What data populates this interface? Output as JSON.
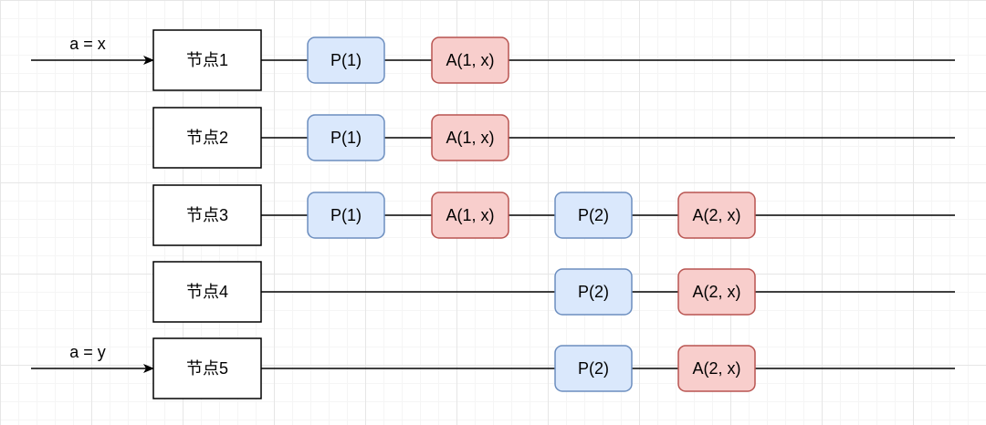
{
  "colors": {
    "background": "#ffffff",
    "line": "#000000",
    "node_fill": "#ffffff",
    "node_stroke": "#000000",
    "prepare_fill": "#dae8fc",
    "prepare_stroke": "#6c8ebf",
    "accept_fill": "#f8cecc",
    "accept_stroke": "#b85450"
  },
  "inputs": [
    {
      "label": "a = x",
      "row": 0
    },
    {
      "label": "a = y",
      "row": 4
    }
  ],
  "nodes": [
    {
      "label": "节点1"
    },
    {
      "label": "节点2"
    },
    {
      "label": "节点3"
    },
    {
      "label": "节点4"
    },
    {
      "label": "节点5"
    }
  ],
  "messages": [
    {
      "label": "P(1)",
      "type": "prepare",
      "row": 0,
      "slot": 0
    },
    {
      "label": "A(1, x)",
      "type": "accept",
      "row": 0,
      "slot": 1
    },
    {
      "label": "P(1)",
      "type": "prepare",
      "row": 1,
      "slot": 0
    },
    {
      "label": "A(1, x)",
      "type": "accept",
      "row": 1,
      "slot": 1
    },
    {
      "label": "P(1)",
      "type": "prepare",
      "row": 2,
      "slot": 0
    },
    {
      "label": "A(1, x)",
      "type": "accept",
      "row": 2,
      "slot": 1
    },
    {
      "label": "P(2)",
      "type": "prepare",
      "row": 2,
      "slot": 2
    },
    {
      "label": "A(2, x)",
      "type": "accept",
      "row": 2,
      "slot": 3
    },
    {
      "label": "P(2)",
      "type": "prepare",
      "row": 3,
      "slot": 2
    },
    {
      "label": "A(2, x)",
      "type": "accept",
      "row": 3,
      "slot": 3
    },
    {
      "label": "P(2)",
      "type": "prepare",
      "row": 4,
      "slot": 2
    },
    {
      "label": "A(2, x)",
      "type": "accept",
      "row": 4,
      "slot": 3
    }
  ]
}
